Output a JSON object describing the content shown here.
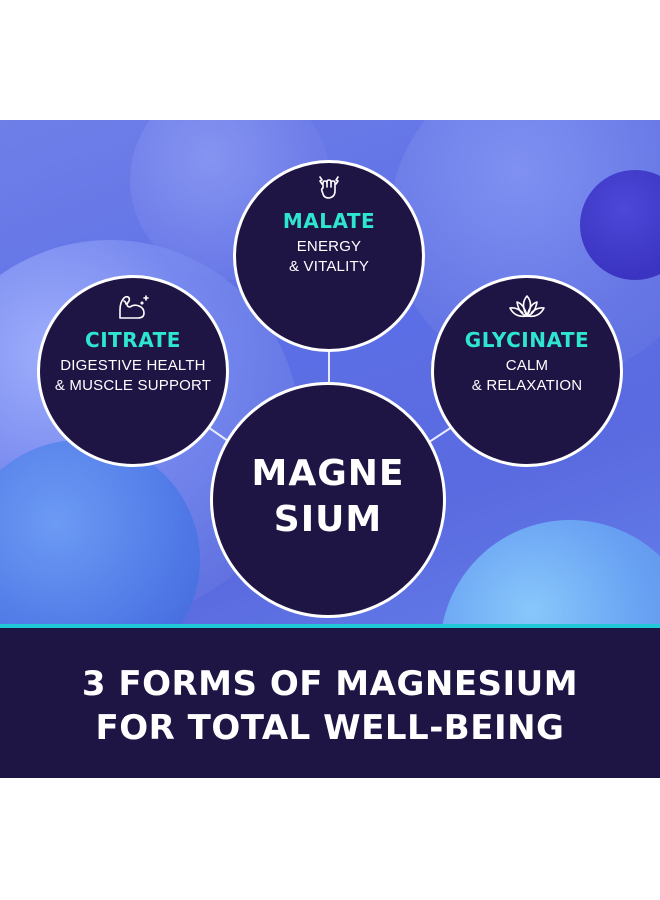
{
  "forms": {
    "malate": {
      "name": "MALATE",
      "line1": "ENERGY",
      "line2": "& VITALITY",
      "icon": "fist-lightning-icon"
    },
    "citrate": {
      "name": "CITRATE",
      "line1": "DIGESTIVE HEALTH",
      "line2": "& MUSCLE SUPPORT",
      "icon": "flexed-arm-icon"
    },
    "glycinate": {
      "name": "GLYCINATE",
      "line1": "CALM",
      "line2": "& RELAXATION",
      "icon": "lotus-icon"
    }
  },
  "core": {
    "line1": "MAGNE",
    "line2": "SIUM"
  },
  "banner": {
    "line1": "3 FORMS OF MAGNESIUM",
    "line2": "FOR TOTAL WELL-BEING"
  },
  "colors": {
    "navy": "#1f1545",
    "accent": "#2ee6cf",
    "banner_stripe": "#1fc9d8",
    "background_blue": "#5d6fe6"
  }
}
